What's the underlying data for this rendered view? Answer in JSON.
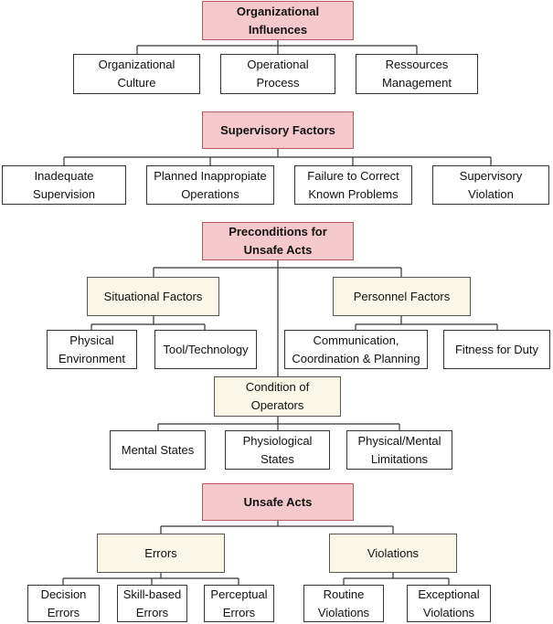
{
  "organizational_influences": {
    "title": "Organizational\nInfluences",
    "items": [
      "Organizational\nCulture",
      "Operational\nProcess",
      "Ressources\nManagement"
    ]
  },
  "supervisory_factors": {
    "title": "Supervisory Factors",
    "items": [
      "Inadequate\nSupervision",
      "Planned Inappropiate\nOperations",
      "Failure to Correct\nKnown Problems",
      "Supervisory\nViolation"
    ]
  },
  "preconditions": {
    "title": "Preconditions for\nUnsafe Acts",
    "situational": {
      "title": "Situational Factors",
      "items": [
        "Physical\nEnvironment",
        "Tool/Technology"
      ]
    },
    "personnel": {
      "title": "Personnel Factors",
      "items": [
        "Communication,\nCoordination & Planning",
        "Fitness for Duty"
      ]
    },
    "operators": {
      "title": "Condition of\nOperators",
      "items": [
        "Mental States",
        "Physiological\nStates",
        "Physical/Mental\nLimitations"
      ]
    }
  },
  "unsafe_acts": {
    "title": "Unsafe Acts",
    "errors": {
      "title": "Errors",
      "items": [
        "Decision\nErrors",
        "Skill-based\nErrors",
        "Perceptual\nErrors"
      ]
    },
    "violations": {
      "title": "Violations",
      "items": [
        "Routine\nViolations",
        "Exceptional\nViolations"
      ]
    }
  }
}
